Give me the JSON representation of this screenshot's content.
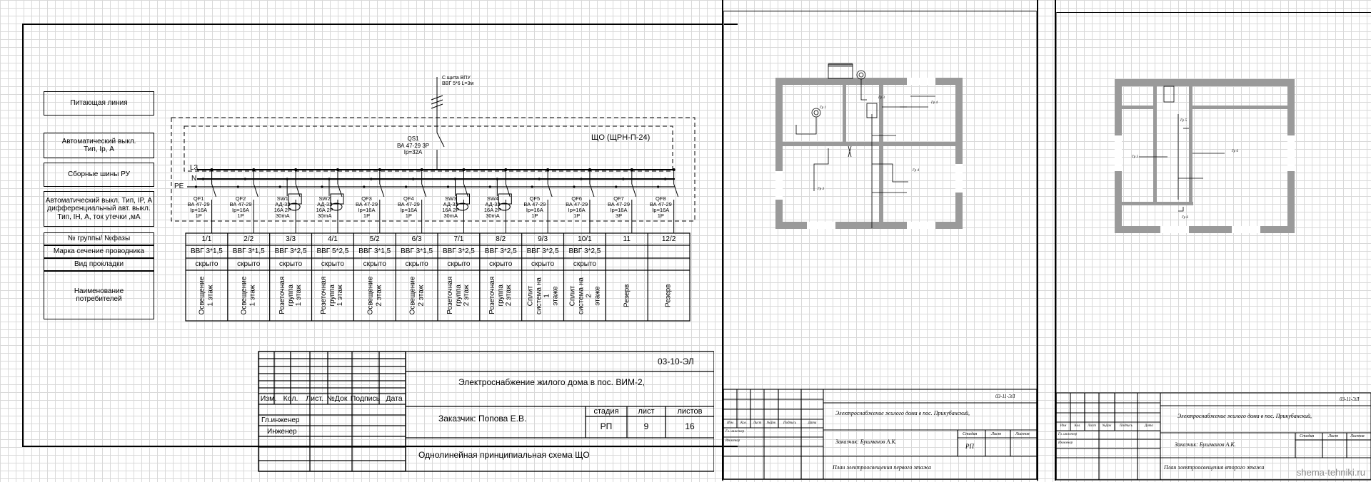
{
  "sheet1": {
    "legend": {
      "supply_line": "Питающая линия",
      "breaker": "Автоматический выкл.\nТип, Ip, А",
      "busbars": "Сборные шины РУ",
      "rcd": "Автоматический выкл. Тип, IP, А\nдифференциальный авт. выкл.\nТип, IН, А, ток утечки ,мА"
    },
    "row_labels": {
      "group": "№ группы/ №фазы",
      "cable": "Марка сечение проводника",
      "install": "Вид прокладки",
      "consumer": "Наименование\nпотребителей"
    },
    "incoming": {
      "source": "С щита ВПУ\nВВГ 5*6 L=3м",
      "main_breaker": "QS1\nВА 47-29 3P\nIp=32A"
    },
    "panel_name": "ЩО (ЩРН-П-24)",
    "bus_labels": {
      "l3": "L3",
      "n": "N",
      "pe": "PE"
    },
    "devices": [
      "QF1\nВА 47-29\nIp=16A\n1P",
      "QF2\nВА 47-29\nIp=16A\n1P",
      "SW1\nАД-32\n16A 2P\n30mA",
      "SW2\nАД-32\n16A 2P\n30mA",
      "QF3\nВА 47-29\nIp=16A\n1P",
      "QF4\nВА 47-29\nIp=16A\n1P",
      "SW3\nАД-32\n16A 2P\n30mA",
      "SW4\nАД-32\n16A 2P\n30mA",
      "QF5\nВА 47-29\nIp=16A\n1P",
      "QF6\nВА 47-29\nIp=16A\n1P",
      "QF7\nВА 47-29\nIp=16A\n3P",
      "QF8\nВА 47-29\nIp=16A\n1P"
    ],
    "groups": [
      "1/1",
      "2/2",
      "3/3",
      "4/1",
      "5/2",
      "6/3",
      "7/1",
      "8/2",
      "9/3",
      "10/1",
      "11",
      "12/2"
    ],
    "cables": [
      "ВВГ 3*1,5",
      "ВВГ 3*1,5",
      "ВВГ 3*2,5",
      "ВВГ 5*2,5",
      "ВВГ 3*1,5",
      "ВВГ 3*1,5",
      "ВВГ 3*2,5",
      "ВВГ 3*2,5",
      "ВВГ 3*2,5",
      "ВВГ 3*2,5",
      "",
      ""
    ],
    "installs": [
      "скрыто",
      "скрыто",
      "скрыто",
      "скрыто",
      "скрыто",
      "скрыто",
      "скрыто",
      "скрыто",
      "скрыто",
      "скрыто",
      "",
      ""
    ],
    "consumers": [
      "Освещение\n1 этаж",
      "Освещение\n1 этаж",
      "Розеточная\nгруппа\n1 этаж",
      "Розеточная\nгруппа\n1 этаж",
      "Освещение\n2 этаж",
      "Освещение\n2 этаж",
      "Розеточная\nгруппа\n2 этаж",
      "Розеточная\nгруппа\n2 этаж",
      "Сплит\nсистема на 1\nэтаже",
      "Сплит\nсистема на 2\nэтаже",
      "Резерв",
      "Резерв"
    ],
    "title_block": {
      "doc_code": "03-10-ЭЛ",
      "project": "Электроснабжение жилого дома  в пос. ВИМ-2,",
      "customer": "Заказчик: Попова Е.В.",
      "col_heads": [
        "Изм.",
        "Кол.",
        "Лист.",
        "№Док",
        "Подпись",
        "Дата"
      ],
      "roles": [
        "Гл.инженер",
        "Инженер"
      ],
      "stage_label": "стадия",
      "sheet_label": "лист",
      "sheets_label": "листов",
      "stage": "РП",
      "sheet": "9",
      "sheets": "16",
      "drawing_name": "Однолинейная принципиальная схема  ЩО"
    }
  },
  "sheet2": {
    "title_block": {
      "doc_code": "03-11-ЭЛ",
      "project": "Электроснабжение жилого дома в пос. Прикубанский,",
      "customer": "Заказчик: Бушманов А.К.",
      "col_heads": [
        "Изм",
        "Кол.",
        "Лист",
        "№Док",
        "Подпись",
        "Дата"
      ],
      "roles": [
        "Гл. инженер",
        "Инженер"
      ],
      "stage_label": "Стадия",
      "sheet_label": "Лист",
      "sheets_label": "Листов",
      "stage": "РП",
      "drawing_name": "План электроосвещения первого этажа"
    }
  },
  "sheet3": {
    "title_block": {
      "doc_code": "03-11-ЭЛ",
      "project": "Электроснабжение жилого дома в пос. Прикубанский,",
      "customer": "Заказчик: Бушманов А.К.",
      "col_heads": [
        "Изм",
        "Кол.",
        "Лист",
        "№Док",
        "Подпись",
        "Дата"
      ],
      "roles": [
        "Гл. инженер",
        "Инженер"
      ],
      "stage_label": "Стадия",
      "sheet_label": "Лист",
      "sheets_label": "Листов",
      "drawing_name": "План электроосвещения второго этажа"
    }
  },
  "watermark": "shema-tehniki.ru"
}
